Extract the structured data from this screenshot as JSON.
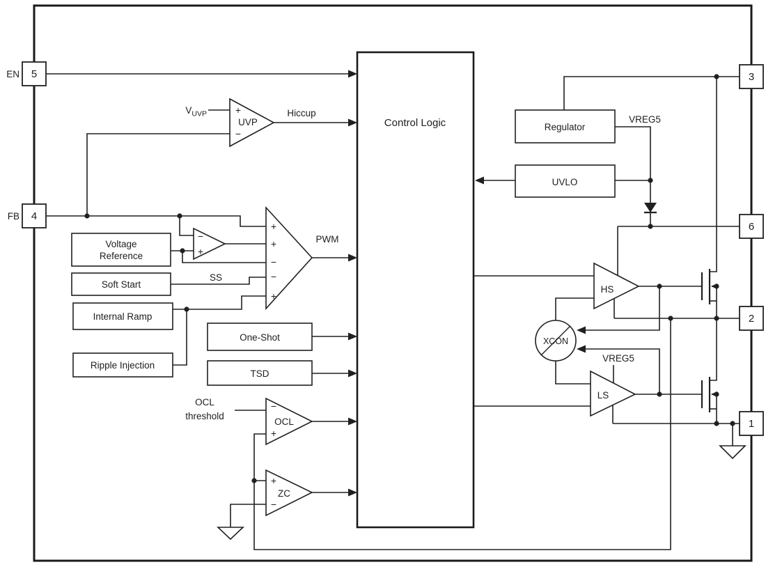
{
  "labels": {
    "control_logic": "Control Logic",
    "en": "EN",
    "fb": "FB",
    "pin5": "5",
    "pin4": "4",
    "pin3": "3",
    "pin6": "6",
    "pin2": "2",
    "pin1": "1",
    "v_main": "V",
    "v_sub": "UVP",
    "uvp": "UVP",
    "hiccup": "Hiccup",
    "voltage_ref_line1": "Voltage",
    "voltage_ref_line2": "Reference",
    "soft_start": "Soft Start",
    "ss": "SS",
    "internal_ramp": "Internal Ramp",
    "ripple_injection": "Ripple Injection",
    "one_shot": "One-Shot",
    "tsd": "TSD",
    "pwm": "PWM",
    "ocl_th_line1": "OCL",
    "ocl_th_line2": "threshold",
    "ocl": "OCL",
    "zc": "ZC",
    "regulator": "Regulator",
    "uvlo": "UVLO",
    "vreg5_top": "VREG5",
    "vreg5_ls": "VREG5",
    "hs": "HS",
    "ls": "LS",
    "xcon": "XCON",
    "plus": "+",
    "minus": "−"
  },
  "colors": {
    "ink": "#202020",
    "background": "#ffffff"
  },
  "structure": {
    "pins": [
      {
        "number": "5",
        "name": "EN",
        "side": "left"
      },
      {
        "number": "4",
        "name": "FB",
        "side": "left"
      },
      {
        "number": "3",
        "side": "right"
      },
      {
        "number": "6",
        "side": "right"
      },
      {
        "number": "2",
        "side": "right"
      },
      {
        "number": "1",
        "side": "right"
      }
    ],
    "blocks": [
      "Control Logic",
      "Voltage Reference",
      "Soft Start",
      "Internal Ramp",
      "Ripple Injection",
      "One-Shot",
      "TSD",
      "Regulator",
      "UVLO"
    ],
    "comparators": [
      {
        "name": "UVP",
        "inputs": [
          "+ V_UVP",
          "− FB"
        ],
        "output": "Hiccup"
      },
      {
        "name": "error-amp",
        "inputs": [
          "− FB",
          "+ Voltage Reference"
        ]
      },
      {
        "name": "PWM",
        "input_signs": [
          "+",
          "+",
          "−",
          "−",
          "+"
        ],
        "output": "PWM"
      },
      {
        "name": "OCL",
        "inputs": [
          "− OCL threshold",
          "+ sense"
        ],
        "output": "to Control Logic"
      },
      {
        "name": "ZC",
        "inputs": [
          "+ sense",
          "− GND"
        ],
        "output": "to Control Logic"
      }
    ],
    "drivers": [
      "HS",
      "LS"
    ],
    "other": [
      "XCON cross-conduction block",
      "bootstrap diode VREG5 to pin 6",
      "high-side NMOS pin3-pin2",
      "low-side NMOS pin2-pin1",
      "ground symbols"
    ],
    "signals": [
      "Hiccup",
      "PWM",
      "SS",
      "VREG5"
    ]
  }
}
